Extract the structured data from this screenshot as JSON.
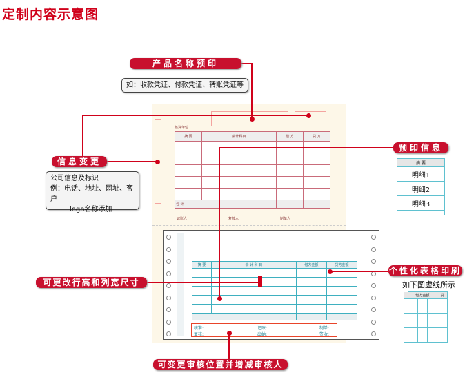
{
  "title": "定制内容示意图",
  "callouts": {
    "product_name": "产品名称预印",
    "product_note": "如：收款凭证、付款凭证、转账凭证等",
    "info_change": "信息变更",
    "info_note": [
      "公司信息及标识",
      "例：电话、地址、网址、客户",
      "logo名称添加"
    ],
    "preprint": "预印信息",
    "custom_table": "个性化表格印刷",
    "custom_note": "如下图虚线所示",
    "resize": "可更改行高和列宽尺寸",
    "auditors": "可变更审核位置并增减审核人"
  },
  "upper_form": {
    "unit": "核算单位",
    "headers": [
      "摘 要",
      "会计科目",
      "借 方",
      "贷 方"
    ],
    "total": "合 计",
    "signers": [
      "记账人",
      "复核人",
      "制单人"
    ]
  },
  "lower_form": {
    "headers": [
      "摘 要",
      "会 计 科 目",
      "借方金额",
      "贷方金额"
    ],
    "signers": [
      "核准:",
      "记账:",
      "制单:",
      "复核:",
      "出纳:",
      "签收:"
    ]
  },
  "mini_table": {
    "header": "摘 要",
    "rows": [
      "明细1",
      "明细2",
      "明细3"
    ]
  },
  "mini_table2": {
    "headers": [
      "借方金额",
      "贷"
    ]
  }
}
